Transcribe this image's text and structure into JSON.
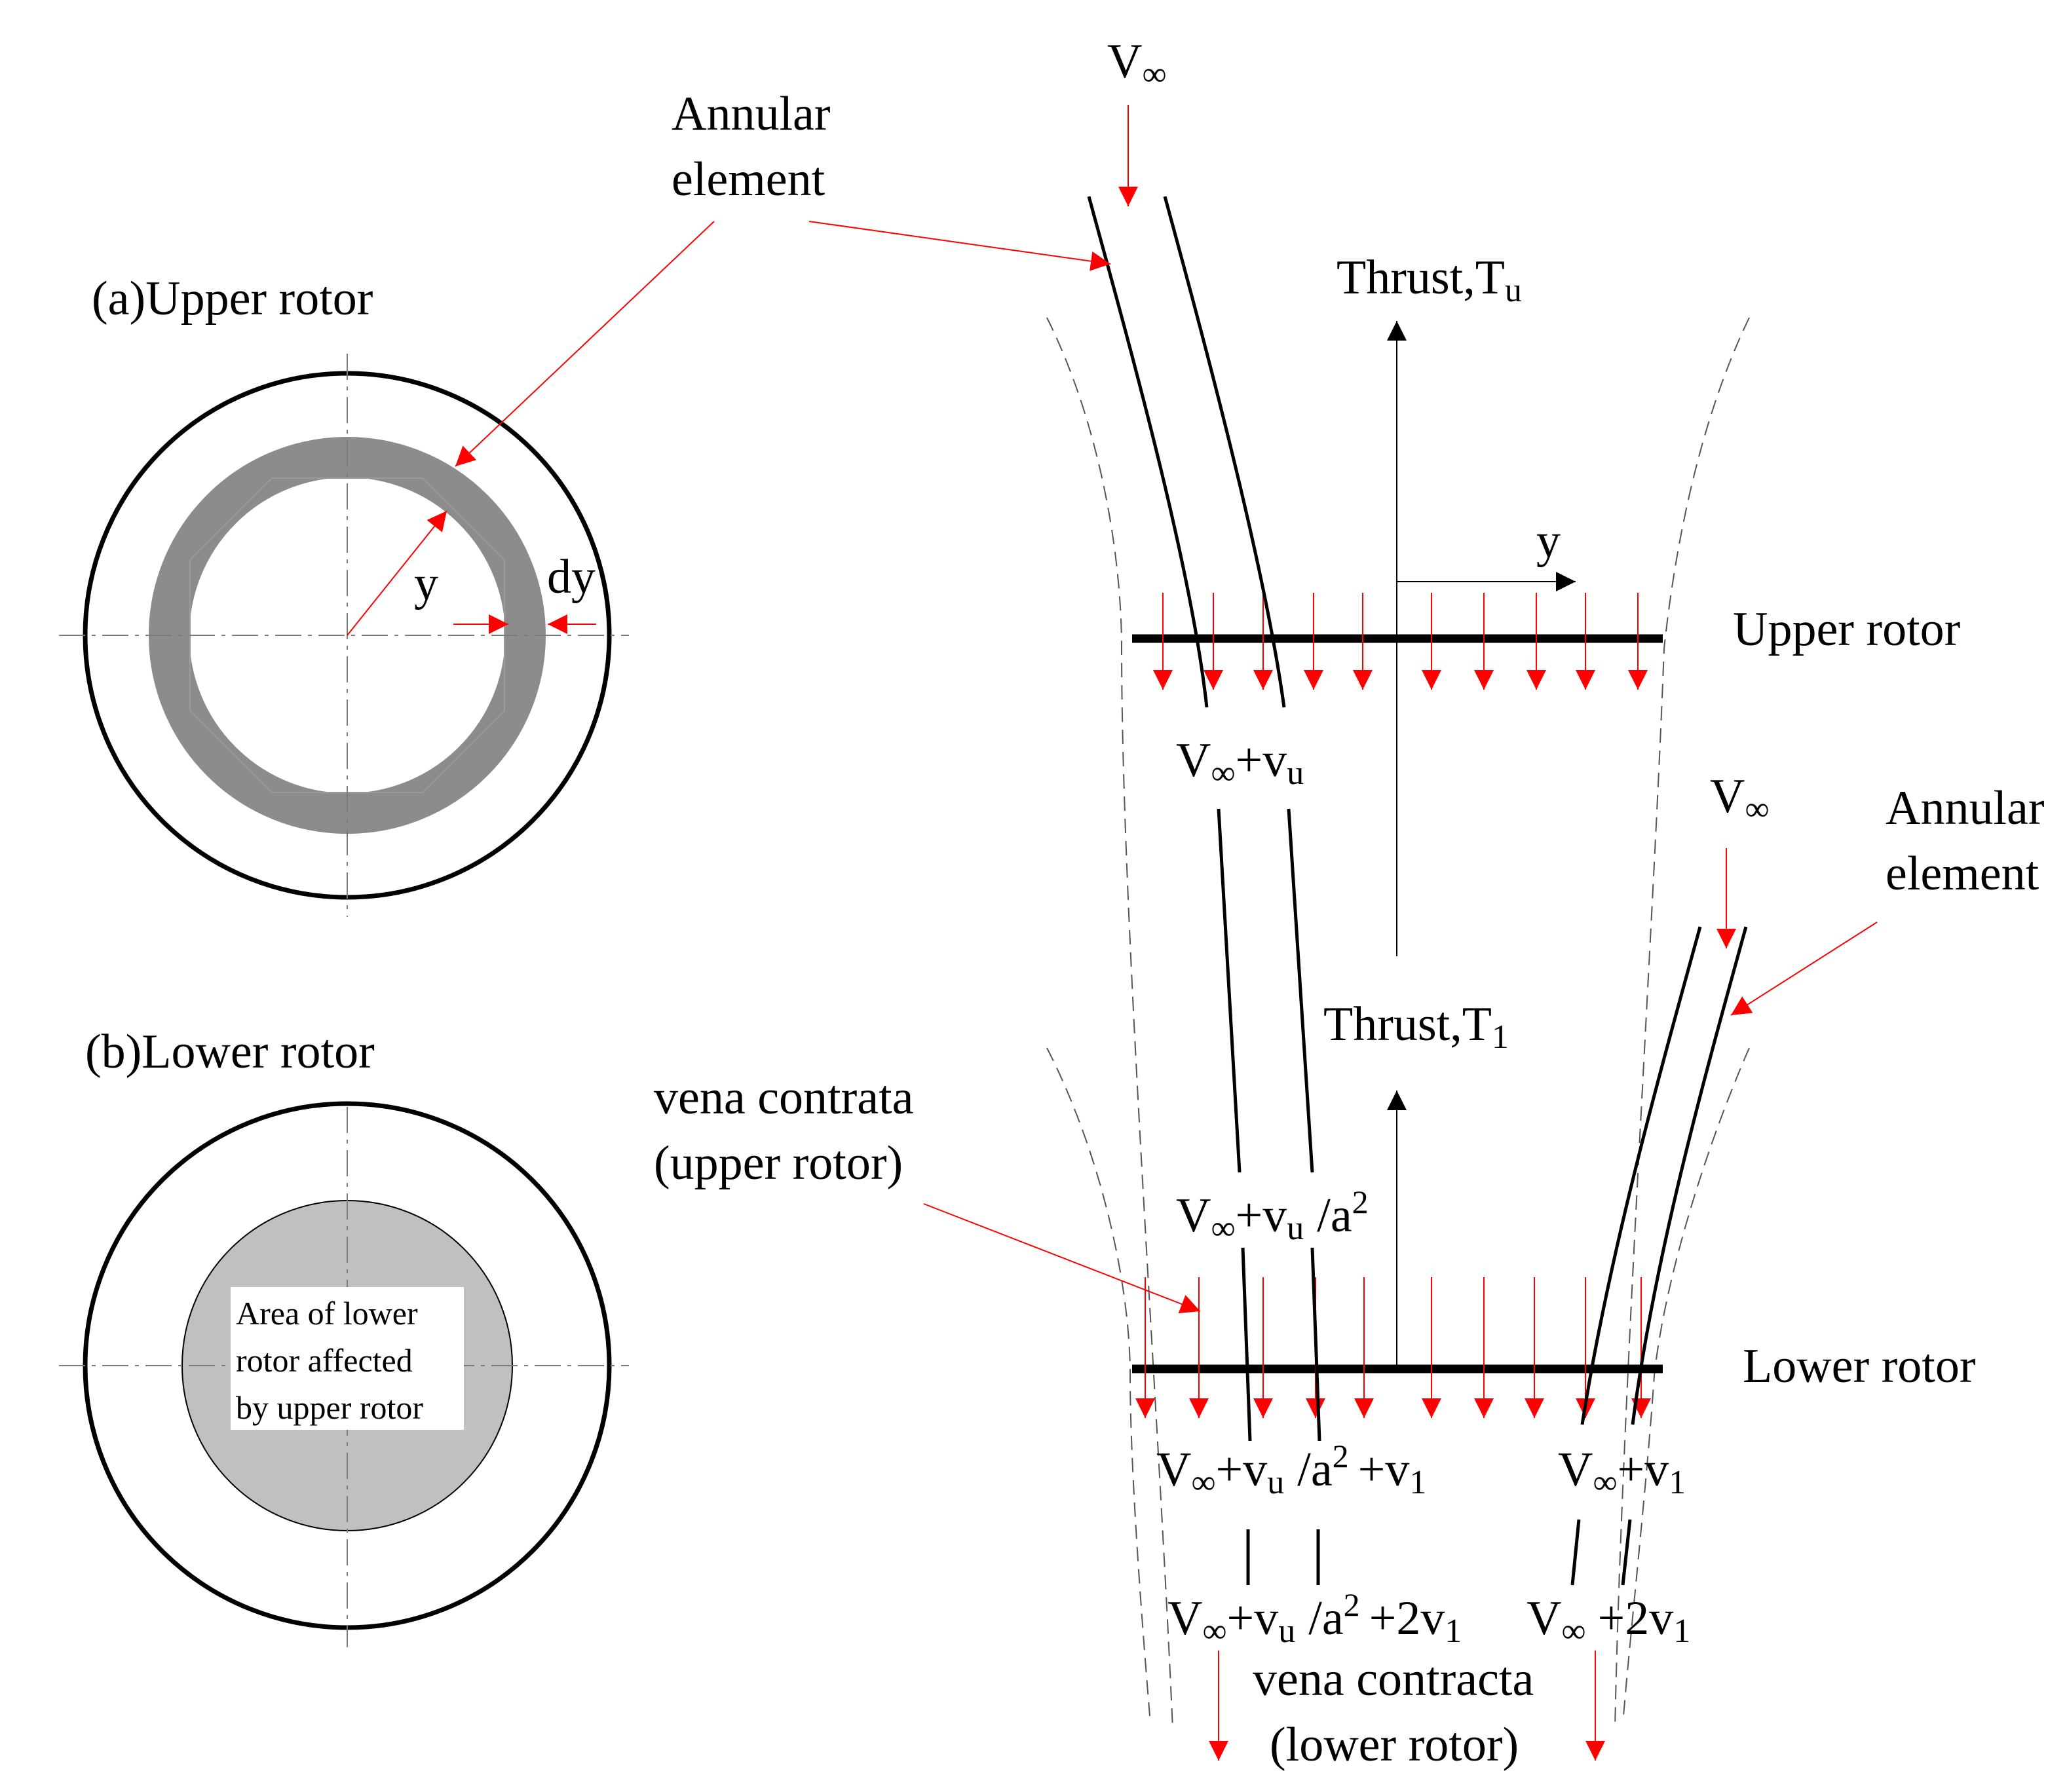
{
  "colors": {
    "ink": "#000000",
    "arrow": "#ff0000",
    "ring": "#8c8c8c",
    "disk": "#c0c0c0",
    "thin": "#9a9a9a"
  },
  "labels": {
    "panel_a": "(a)Upper  rotor",
    "panel_b": "(b)Lower  rotor",
    "y": "y",
    "dy": "dy",
    "affected_line1": "Area  of  lower",
    "affected_line2": "rotor    affected",
    "affected_line3": "by  upper  rotor",
    "vinf": "V",
    "inf": "∞",
    "plus": "+",
    "v": "v",
    "sub_u": "u",
    "sub_1": "1",
    "sup_2": "2",
    "over_a": "/a",
    "plus_2v": "+2v",
    "thrust_prefix": "Thrust,",
    "T": "T",
    "axis_y": "y",
    "annular_1": "Annular",
    "annular_2": "element",
    "upper_rotor": "Upper  rotor",
    "lower_rotor": "Lower  rotor",
    "vena_upper_1": "vena  contrata",
    "vena_upper_2": "(upper  rotor)",
    "vena_lower_1": "vena  contracta",
    "vena_lower_2": "(lower  rotor)"
  }
}
